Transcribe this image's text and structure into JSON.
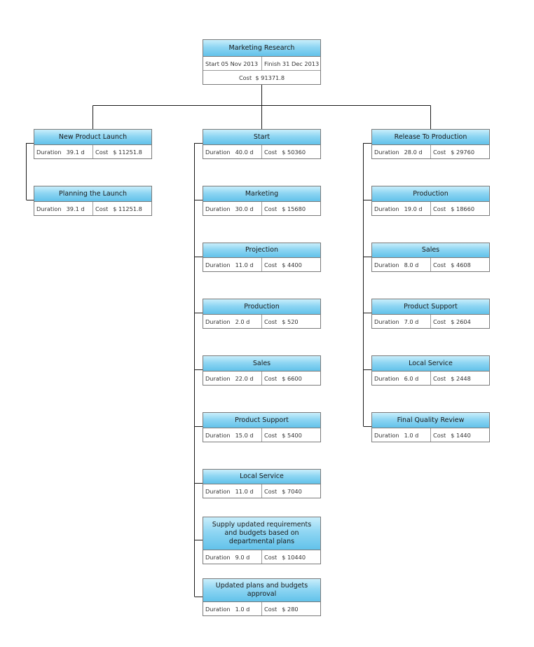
{
  "root": {
    "title": "Marketing Research",
    "start_label": "Start",
    "start_value": "05 Nov 2013",
    "finish_label": "Finish",
    "finish_value": "31 Dec 2013",
    "cost_label": "Cost",
    "cost_value": "$ 91371.8"
  },
  "labels": {
    "duration": "Duration",
    "cost": "Cost"
  },
  "branches": [
    {
      "tasks": [
        {
          "title": "New Product Launch",
          "duration": "39.1 d",
          "cost": "$ 11251.8"
        },
        {
          "title": "Planning the Launch",
          "duration": "39.1 d",
          "cost": "$ 11251.8"
        }
      ]
    },
    {
      "tasks": [
        {
          "title": "Start",
          "duration": "40.0 d",
          "cost": "$ 50360"
        },
        {
          "title": "Marketing",
          "duration": "30.0 d",
          "cost": "$ 15680"
        },
        {
          "title": "Projection",
          "duration": "11.0 d",
          "cost": "$ 4400"
        },
        {
          "title": "Production",
          "duration": "2.0 d",
          "cost": "$ 520"
        },
        {
          "title": "Sales",
          "duration": "22.0 d",
          "cost": "$ 6600"
        },
        {
          "title": "Product Support",
          "duration": "15.0 d",
          "cost": "$ 5400"
        },
        {
          "title": "Local Service",
          "duration": "11.0 d",
          "cost": "$ 7040"
        },
        {
          "title": "Supply updated requirements and budgets based on departmental plans",
          "duration": "9.0 d",
          "cost": "$ 10440"
        },
        {
          "title": "Updated plans and budgets approval",
          "duration": "1.0 d",
          "cost": "$ 280"
        }
      ]
    },
    {
      "tasks": [
        {
          "title": "Release To Production",
          "duration": "28.0 d",
          "cost": "$ 29760"
        },
        {
          "title": "Production",
          "duration": "19.0 d",
          "cost": "$ 18660"
        },
        {
          "title": "Sales",
          "duration": "8.0 d",
          "cost": "$ 4608"
        },
        {
          "title": "Product Support",
          "duration": "7.0 d",
          "cost": "$ 2604"
        },
        {
          "title": "Local Service",
          "duration": "6.0 d",
          "cost": "$ 2448"
        },
        {
          "title": "Final Quality Review",
          "duration": "1.0 d",
          "cost": "$ 1440"
        }
      ]
    }
  ]
}
